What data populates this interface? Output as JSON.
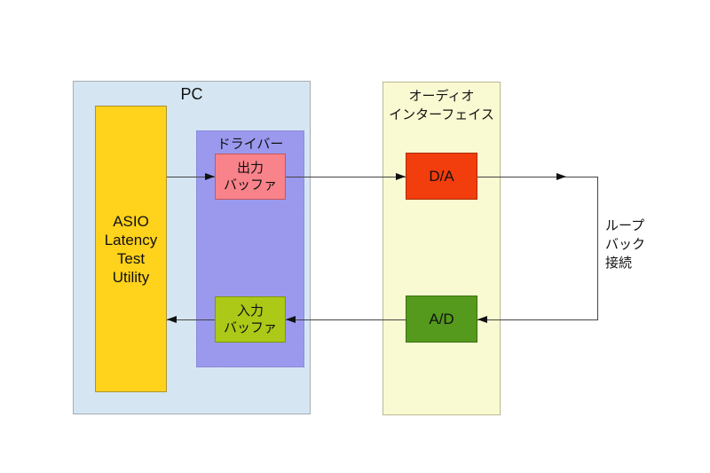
{
  "pc_box": {
    "label": "PC"
  },
  "asio_app": {
    "lines": [
      "ASIO",
      "Latency",
      "Test",
      "Utility"
    ]
  },
  "driver_box": {
    "label": "ドライバー"
  },
  "output_buffer": {
    "lines": [
      "出力",
      "バッファ"
    ]
  },
  "input_buffer": {
    "lines": [
      "入力",
      "バッファ"
    ]
  },
  "audio_interface": {
    "lines": [
      "オーディオ",
      "インターフェイス"
    ]
  },
  "da_converter": {
    "label": "D/A"
  },
  "ad_converter": {
    "label": "A/D"
  },
  "loopback_label": {
    "lines": [
      "ループ",
      "バック",
      "接続"
    ]
  },
  "colors": {
    "pc_fill": "#d5e6f2",
    "asio_fill": "#ffd21c",
    "driver_fill": "#9b99ee",
    "output_buffer_fill": "#f9838a",
    "input_buffer_fill": "#abc916",
    "audio_interface_fill": "#fafad2",
    "da_fill": "#f23d0c",
    "ad_fill": "#55991d",
    "connector_line": "#444444"
  }
}
